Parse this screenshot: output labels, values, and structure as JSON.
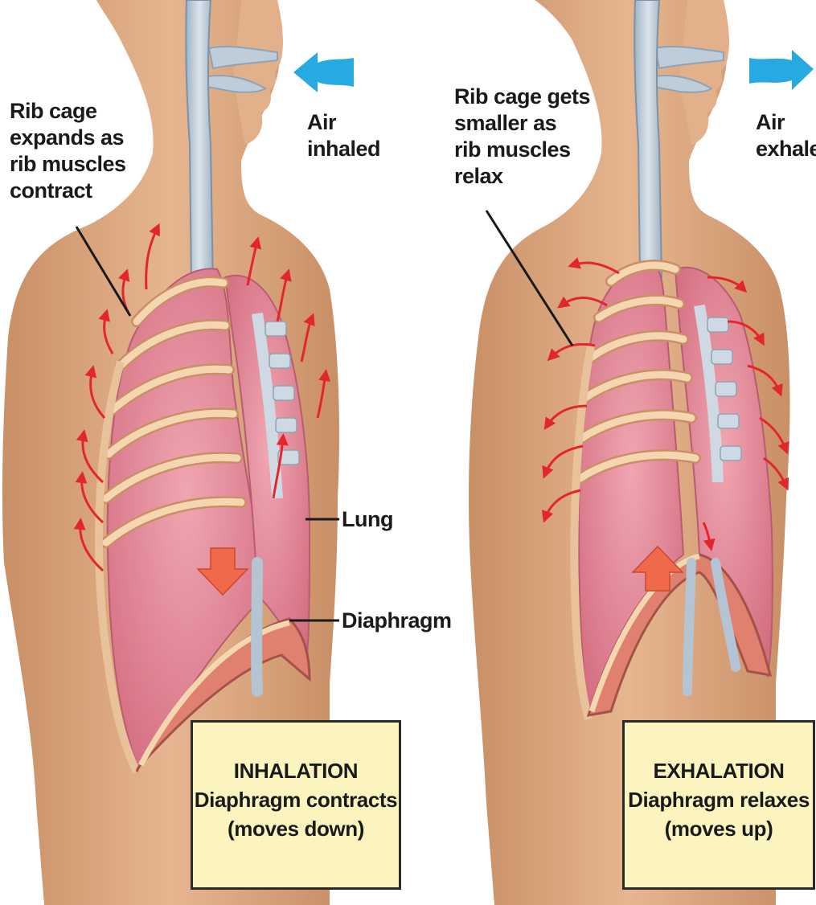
{
  "inhalation": {
    "rib_label": "Rib cage\nexpands as\nrib muscles\ncontract",
    "air_label": "Air\ninhaled",
    "lung_label": "Lung",
    "diaphragm_label": "Diaphragm",
    "box": {
      "title": "INHALATION",
      "line1": "Diaphragm contracts",
      "line2": "(moves down)"
    }
  },
  "exhalation": {
    "rib_label": "Rib cage gets\nsmaller as\nrib muscles\nrelax",
    "air_label": "Air\nexhaled",
    "box": {
      "title": "EXHALATION",
      "line1": "Diaphragm relaxes",
      "line2": "(moves up)"
    }
  },
  "colors": {
    "skin": "#d9a47c",
    "lung": "#e48b9a",
    "rib": "#f2cfa6",
    "trachea": "#b5c4d3",
    "air_arrow": "#27a9e1",
    "motion_arrow": "#e3262e",
    "diaphragm_arrow": "#f0694a",
    "box_fill": "#fbf4bf"
  }
}
